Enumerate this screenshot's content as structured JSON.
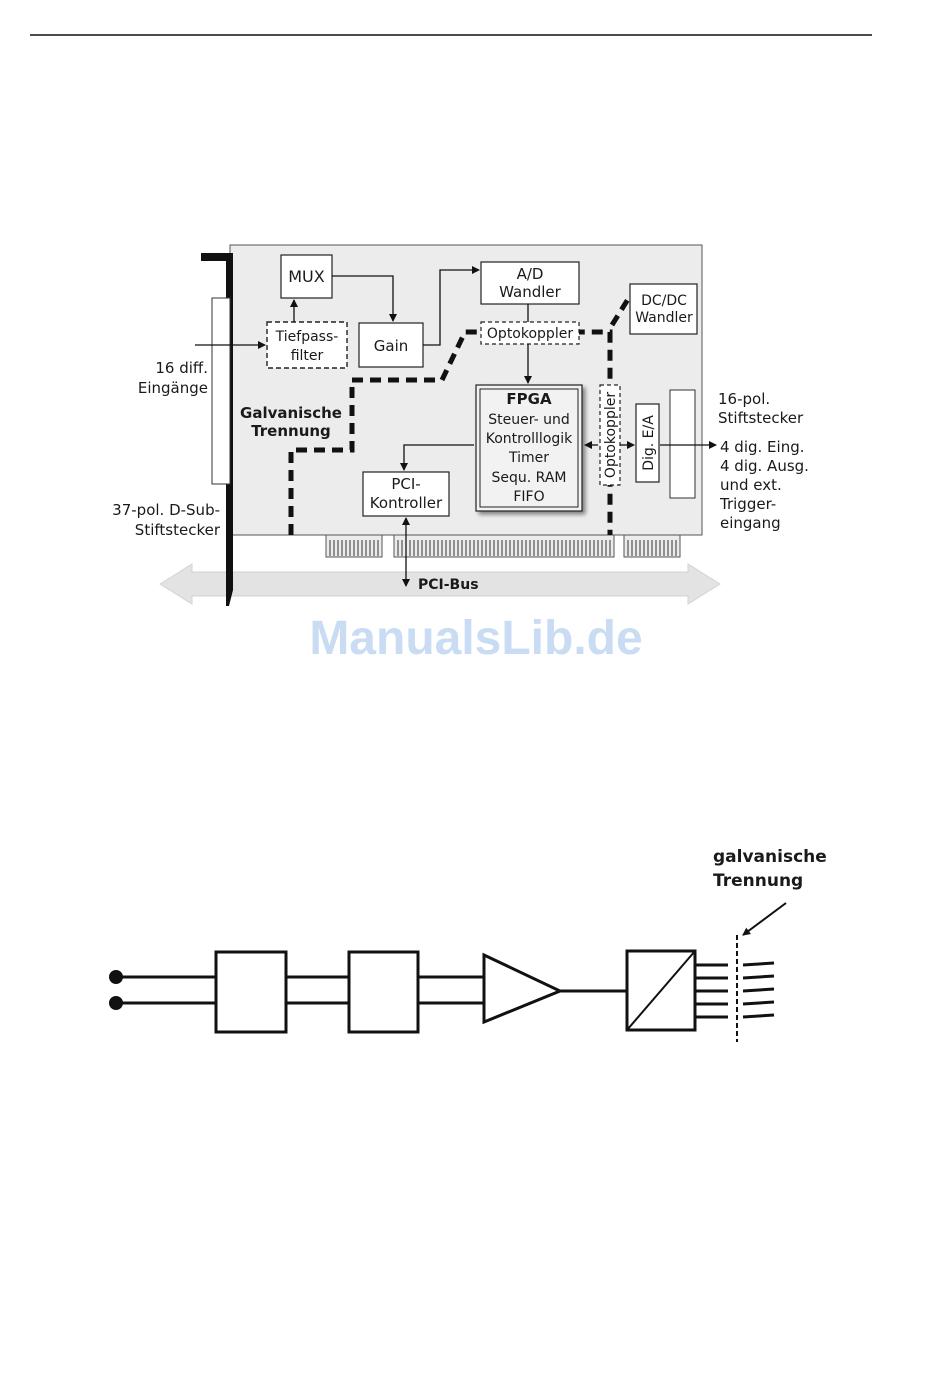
{
  "block_diagram": {
    "blocks": {
      "mux": "MUX",
      "ad_line1": "A/D",
      "ad_line2": "Wandler",
      "dcdc_line1": "DC/DC",
      "dcdc_line2": "Wandler",
      "tiefpass_line1": "Tiefpass-",
      "tiefpass_line2": "filter",
      "gain": "Gain",
      "optokoppler_top": "Optokoppler",
      "optokoppler_side": "Optokoppler",
      "fpga_title": "FPGA",
      "fpga_line1": "Steuer- und",
      "fpga_line2": "Kontrolllogik",
      "fpga_line3": "Timer",
      "fpga_line4": "Sequ. RAM",
      "fpga_line5": "FIFO",
      "dig_ea": "Dig. E/A",
      "pci_line1": "PCI-",
      "pci_line2": "Kontroller"
    },
    "labels": {
      "inputs_line1": "16 diff.",
      "inputs_line2": "Eingänge",
      "isolation_line1": "Galvanische",
      "isolation_line2": "Trennung",
      "dsub_line1": "37-pol. D-Sub-",
      "dsub_line2": "Stiftstecker",
      "pins_line1": "16-pol.",
      "pins_line2": "Stiftstecker",
      "dig_line1": "4 dig. Eing.",
      "dig_line2": "4 dig. Ausg.",
      "dig_line3": "und ext.",
      "dig_line4": "Trigger-",
      "dig_line5": "eingang",
      "pci_bus": "PCI-Bus"
    }
  },
  "watermark": "ManualsLib.de",
  "signal_chain": {
    "isolation_line1": "galvanische",
    "isolation_line2": "Trennung"
  },
  "colors": {
    "ink": "#111111",
    "board": "#ececec",
    "fpga_fill": "#f2f2f2",
    "bus_arrow": "#e3e3e3",
    "watermark": "#c9dcf3"
  }
}
